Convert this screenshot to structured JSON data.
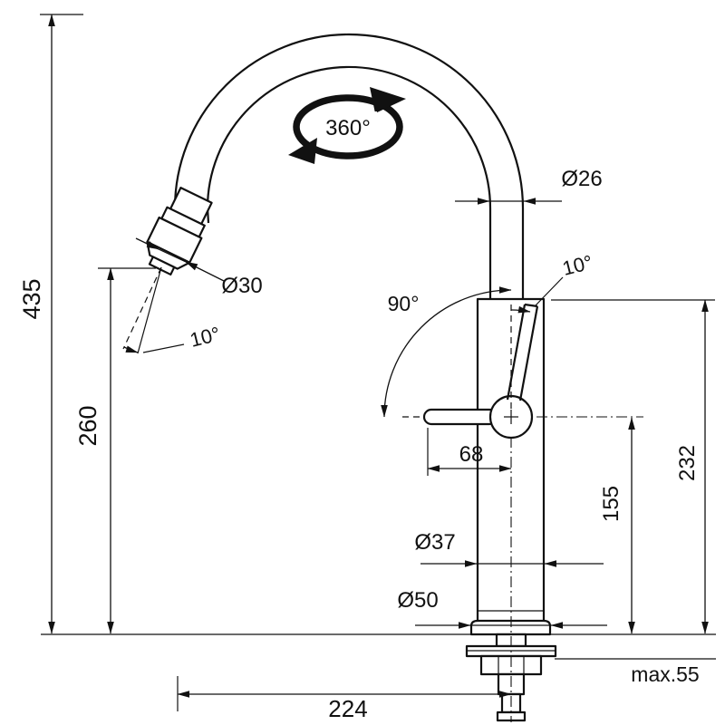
{
  "drawing": {
    "type": "faucet-dimension-diagram",
    "colors": {
      "ink": "#111111",
      "background": "#ffffff"
    },
    "dimensions": {
      "total_height": "435",
      "outlet_height": "260",
      "spout_reach": "224",
      "body_top_height": "232",
      "handle_height": "155",
      "handle_offset": "68",
      "max_deck_thickness": "max.55"
    },
    "diameters": {
      "spout_tube": "Ø26",
      "spray_head": "Ø30",
      "body": "Ø37",
      "base": "Ø50"
    },
    "angles": {
      "swivel": "360°",
      "handle_swing": "90°",
      "spray_tilt": "10°",
      "handle_tilt": "10°"
    }
  }
}
